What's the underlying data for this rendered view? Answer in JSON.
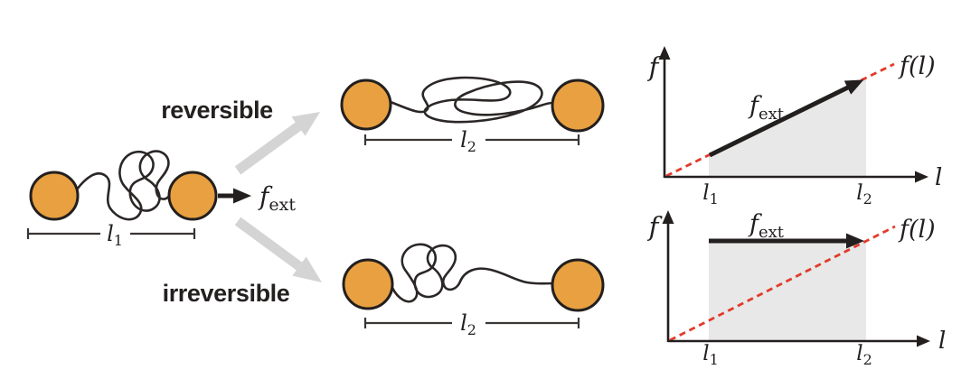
{
  "colors": {
    "bead_fill": "#e8a040",
    "ink": "#231f1f",
    "polymer": "#2b2726",
    "measure_line": "#3a3634",
    "process_arrow": "#d4d4d4",
    "work_shade": "#e8e8e8",
    "force_curve_red": "#e23b2b"
  },
  "initial_state": {
    "length_label": {
      "symbol": "l",
      "subscript": "1"
    },
    "force_label": {
      "symbol": "f",
      "subscript": "ext"
    }
  },
  "process": {
    "reversible_label": "reversible",
    "irreversible_label": "irreversible"
  },
  "stretched_reversible": {
    "length_label": {
      "symbol": "l",
      "subscript": "2"
    }
  },
  "stretched_irreversible": {
    "length_label": {
      "symbol": "l",
      "subscript": "2"
    }
  },
  "plot_reversible": {
    "y_axis_label": "f",
    "x_axis_label": "l",
    "curve_label": "f(l)",
    "force_label": {
      "symbol": "f",
      "subscript": "ext"
    },
    "tick_l1": {
      "symbol": "l",
      "subscript": "1"
    },
    "tick_l2": {
      "symbol": "l",
      "subscript": "2"
    }
  },
  "plot_irreversible": {
    "y_axis_label": "f",
    "x_axis_label": "l",
    "curve_label": "f(l)",
    "force_label": {
      "symbol": "f",
      "subscript": "ext"
    },
    "tick_l1": {
      "symbol": "l",
      "subscript": "1"
    },
    "tick_l2": {
      "symbol": "l",
      "subscript": "2"
    }
  }
}
